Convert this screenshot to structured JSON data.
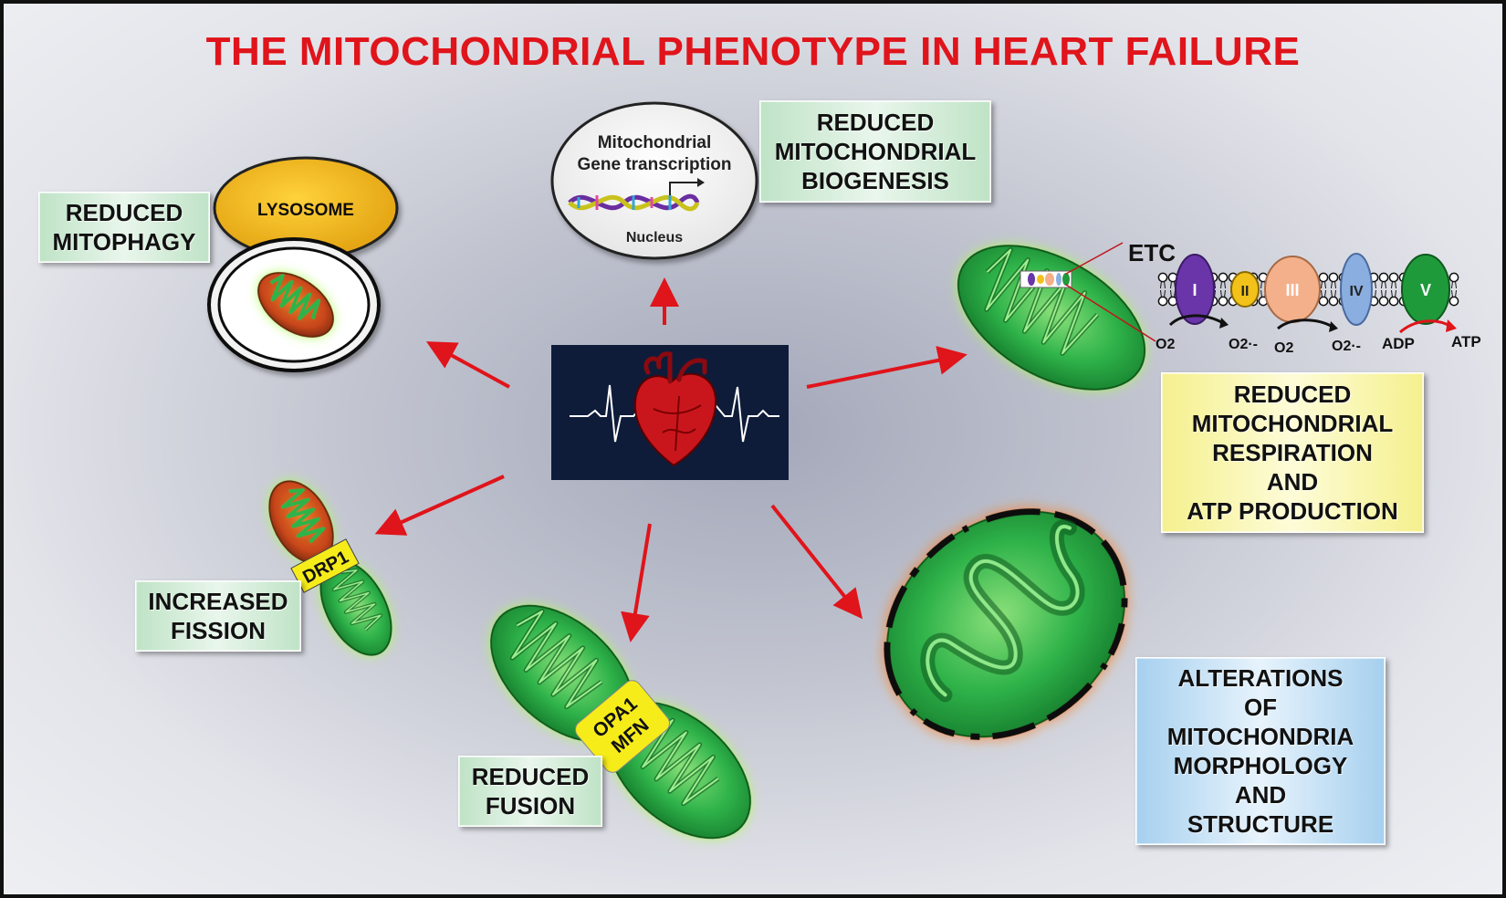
{
  "title": "THE MITOCHONDRIAL PHENOTYPE IN HEART FAILURE",
  "labels": {
    "mitophagy": [
      "REDUCED",
      "MITOPHAGY"
    ],
    "biogenesis": [
      "REDUCED",
      "MITOCHONDRIAL",
      "BIOGENESIS"
    ],
    "respiration": [
      "REDUCED",
      "MITOCHONDRIAL",
      "RESPIRATION",
      "AND",
      "ATP PRODUCTION"
    ],
    "fission": [
      "INCREASED",
      "FISSION"
    ],
    "fusion": [
      "REDUCED",
      "FUSION"
    ],
    "morphology": [
      "ALTERATIONS",
      "OF",
      "MITOCHONDRIA",
      "MORPHOLOGY",
      "AND",
      "STRUCTURE"
    ]
  },
  "lysosome": "LYSOSOME",
  "nucleus": {
    "line1": "Mitochondrial",
    "line2": "Gene transcription",
    "label": "Nucleus"
  },
  "etc": {
    "label": "ETC",
    "complexes": [
      "I",
      "II",
      "III",
      "IV",
      "V"
    ],
    "o2": "O2",
    "superoxide": "O2·-",
    "adp": "ADP",
    "atp": "ATP"
  },
  "proteins": {
    "drp1": "DRP1",
    "opa1": "OPA1",
    "mfn": "MFN"
  },
  "colors": {
    "title": "#e0141b",
    "arrow": "#e0141b",
    "mito_green": "#2bb24c",
    "mito_damaged": "#d9531e",
    "lysosome": "#f1b61a",
    "heart_panel": "#0e1c3a",
    "complex_I": "#6a35a9",
    "complex_II": "#f2c21b",
    "complex_III": "#f4b08a",
    "complex_IV": "#8aaee0",
    "complex_V": "#1f9a3b"
  },
  "icons": [
    "heart-icon",
    "ecg-trace",
    "dna-helix-icon",
    "mitochondrion-icon"
  ]
}
